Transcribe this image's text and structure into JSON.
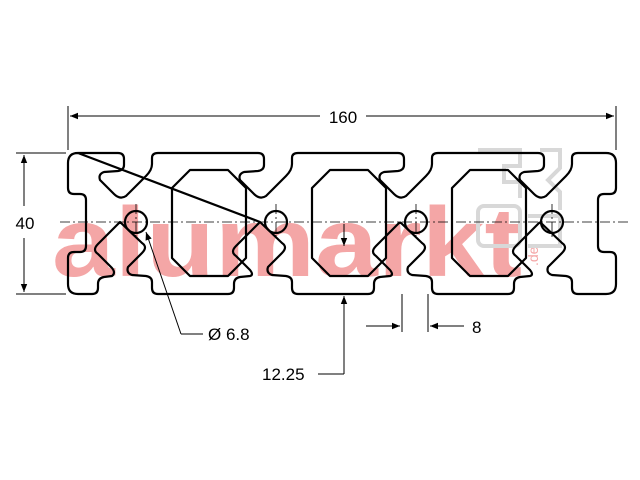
{
  "dimensions": {
    "length": "160",
    "height": "40",
    "bore": "Ø 6.8",
    "slot_width": "8",
    "slot_depth": "12.25"
  },
  "watermark": {
    "text": "alumarkt",
    "suffix": ".de",
    "color": "#f4a6a6"
  },
  "colors": {
    "outline": "#000000",
    "background": "#ffffff"
  }
}
